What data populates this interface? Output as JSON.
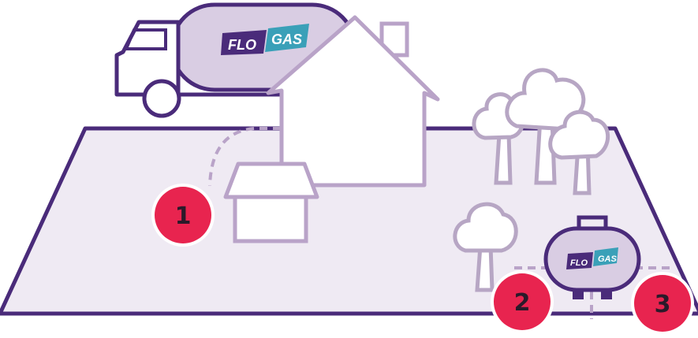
{
  "brand": {
    "word1": "FLO",
    "word2": "GAS",
    "primary_color": "#4a2b7a",
    "secondary_color": "#3aa0b8"
  },
  "markers": [
    {
      "label": "1",
      "color": "#e8244f"
    },
    {
      "label": "2",
      "color": "#e8244f"
    },
    {
      "label": "3",
      "color": "#e8244f"
    }
  ],
  "colors": {
    "outline": "#4a2b7a",
    "ground_fill": "#efeaf3",
    "tanker_fill": "#d9cde3",
    "house_outline": "#b9a3c8",
    "tree_outline": "#b7a6c4"
  }
}
